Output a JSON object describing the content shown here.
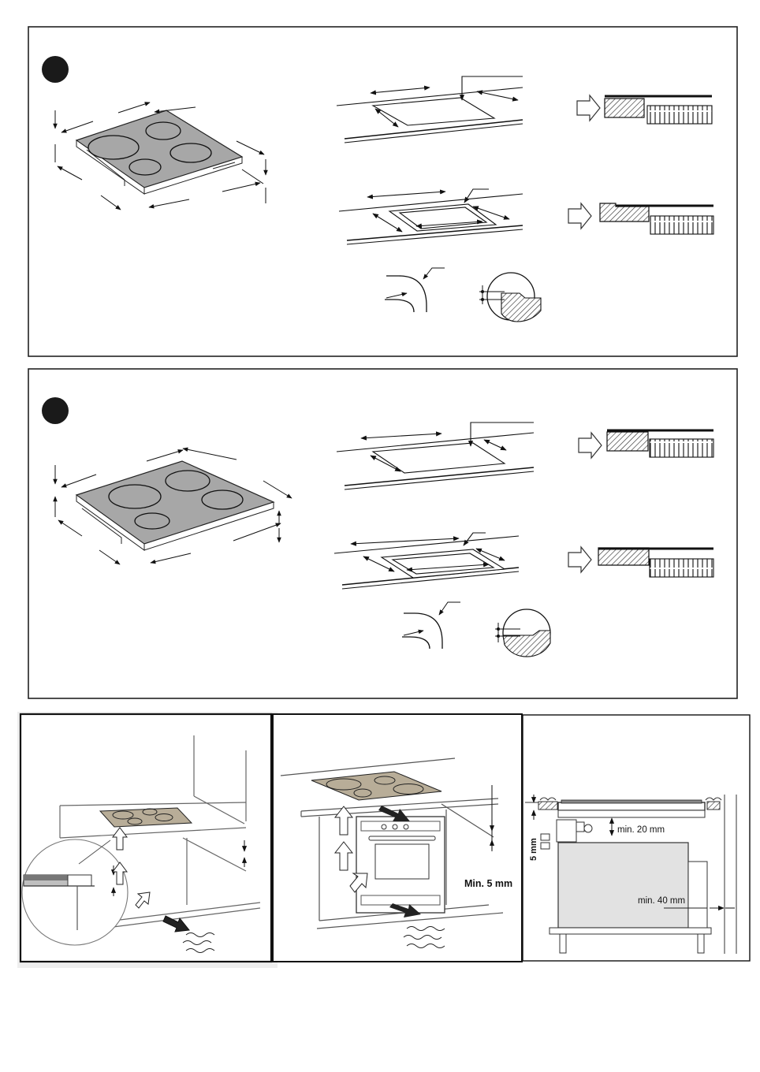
{
  "panels": {
    "fig3": {
      "label_ventilation": "Min. 5 mm"
    },
    "fig4": {
      "label_side": "5 mm",
      "label_top": "min. 20 mm",
      "label_wall": "min. 40 mm"
    }
  },
  "colors": {
    "hob_surface": "#a7a7a7",
    "hob_surface_small": "#b8ad98",
    "oven_cabinet": "#e2e2e2",
    "step_marker": "#1a1a1a",
    "frame": "#222222"
  },
  "icons": [
    "step-marker-icon",
    "arrow-right-icon",
    "airflow-icon",
    "heat-wave-icon"
  ]
}
